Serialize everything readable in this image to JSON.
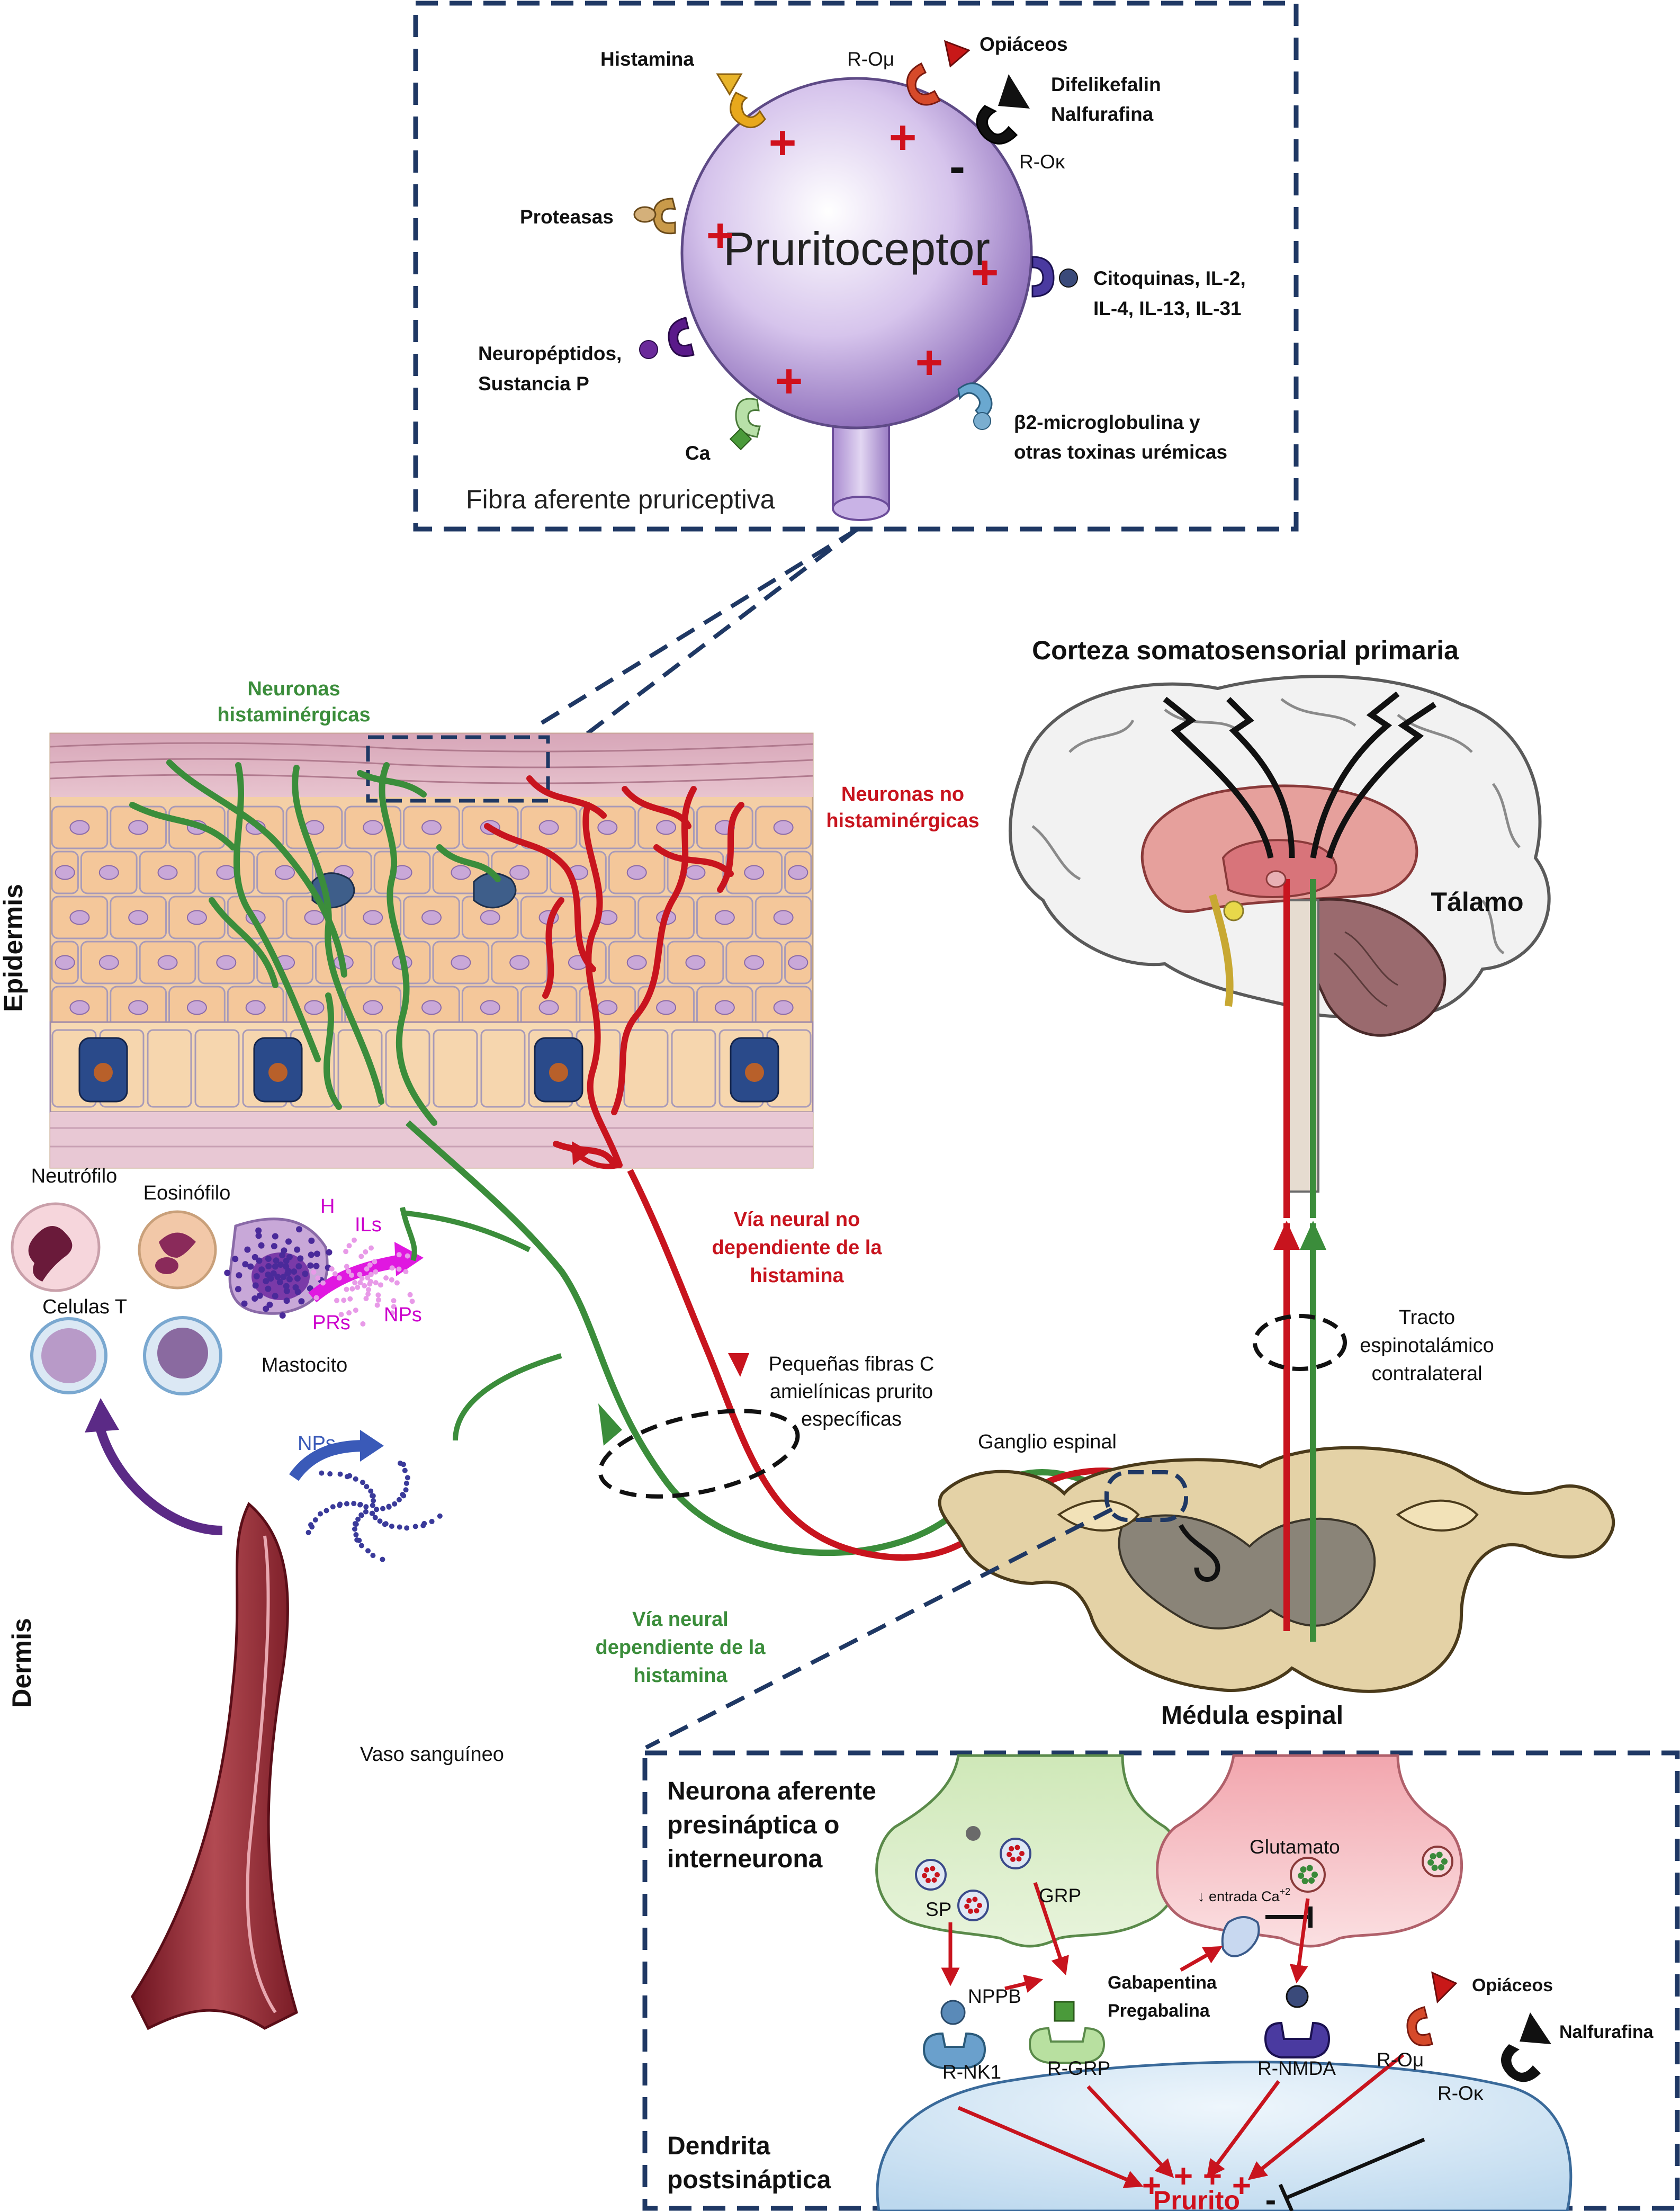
{
  "colors": {
    "dash_box": "#1f3864",
    "green": "#3b8d3b",
    "red": "#c8141e",
    "magenta": "#e018e0",
    "purple_arrow": "#5b2a86",
    "blue_arrow": "#3a5ab8",
    "cell_fill": "#d9c9e8",
    "cortex": "#f2f2f2",
    "postsyn": "#d7e8f6"
  },
  "icons": {
    "receptor": "receptor-icon",
    "ligand": "ligand-icon",
    "arrow": "arrow-icon",
    "inhibit": "inhibit-icon"
  },
  "top_box": {
    "center_label": "Pruritoceptor",
    "fiber_label": "Fibra aferente pruriceptiva",
    "ligands": {
      "histamina": "Histamina",
      "opiaceos": "Opiáceos",
      "r_omu": "R-Oμ",
      "difelikefalin": "Difelikefalin",
      "nalfurafina": "Nalfurafina",
      "r_okappa": "R-Oκ",
      "proteasas": "Proteasas",
      "citoquinas_1": "Citoquinas, IL-2,",
      "citoquinas_2": "IL-4, IL-13, IL-31",
      "neuropeptidos_1": "Neuropéptidos,",
      "neuropeptidos_2": "Sustancia P",
      "ca": "Ca",
      "b2m_1": "β2-microglobulina y",
      "b2m_2": "otras toxinas urémicas"
    },
    "plus": "+",
    "minus": "-"
  },
  "skin": {
    "epidermis": "Epidermis",
    "dermis": "Dermis",
    "green_neurons_1": "Neuronas",
    "green_neurons_2": "histaminérgicas",
    "red_neurons_1": "Neuronas no",
    "red_neurons_2": "histaminérgicas"
  },
  "immune": {
    "neutrofilo": "Neutrófilo",
    "eosinofilo": "Eosinófilo",
    "celulas_t": "Celulas T",
    "mastocito": "Mastocito",
    "h": "H",
    "ils": "ILs",
    "prs": "PRs",
    "nps": "NPs",
    "nps_vessel": "NPs",
    "vaso": "Vaso sanguíneo"
  },
  "pathways": {
    "red_1": "Vía neural no",
    "red_2": "dependiente de la",
    "red_3": "histamina",
    "green_1": "Vía neural",
    "green_2": "dependiente de la",
    "green_3": "histamina",
    "fibras_1": "Pequeñas fibras C",
    "fibras_2": "amielínicas prurito",
    "fibras_3": "específicas",
    "ganglio": "Ganglio espinal",
    "medula": "Médula espinal",
    "tracto_1": "Tracto",
    "tracto_2": "espinotalámico",
    "tracto_3": "contralateral"
  },
  "brain": {
    "title": "Corteza somatosensorial primaria",
    "talamo": "Tálamo"
  },
  "bottom_box": {
    "pre_1": "Neurona aferente",
    "pre_2": "presináptica o",
    "pre_3": "interneurona",
    "post_1": "Dendrita",
    "post_2": "postsináptica",
    "sp": "SP",
    "grp": "GRP",
    "nppb": "NPPB",
    "glutamato": "Glutamato",
    "entrada_ca": "↓ entrada Ca",
    "ca_sup": "+2",
    "gabapentina": "Gabapentina",
    "pregabalina": "Pregabalina",
    "opiaceos": "Opiáceos",
    "nalfurafina": "Nalfurafina",
    "r_nk1": "R-NK1",
    "r_grp": "R-GRP",
    "r_nmda": "R-NMDA",
    "r_omu": "R-Oμ",
    "r_okappa": "R-Oκ",
    "prurito": "Prurito",
    "plus": "+",
    "minus": "-"
  }
}
